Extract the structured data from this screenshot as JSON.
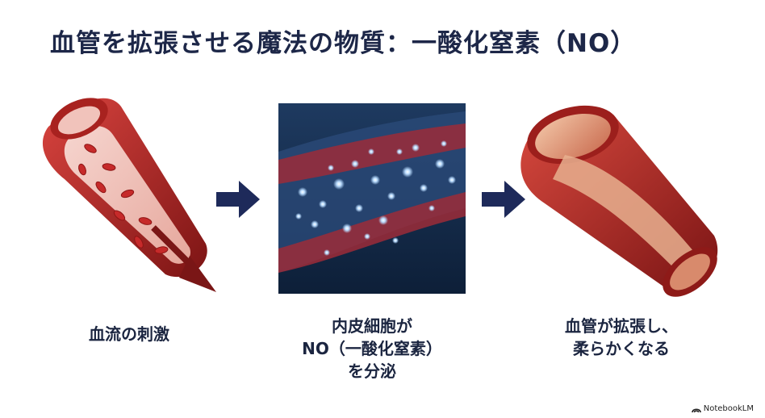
{
  "title": "血管を拡張させる魔法の物質：一酸化窒素（NO）",
  "steps": [
    {
      "caption_lines": [
        "血流の刺激"
      ],
      "image": "blood-flow-vessel-illustration"
    },
    {
      "caption_lines": [
        "内皮細胞が",
        "NO（一酸化窒素）",
        "を分泌"
      ],
      "image": "endothelium-no-release-illustration"
    },
    {
      "caption_lines": [
        "血管が拡張し、",
        "柔らかくなる"
      ],
      "image": "dilated-vessel-illustration"
    }
  ],
  "arrows": [
    "right-arrow-icon",
    "right-arrow-icon"
  ],
  "brand": {
    "label": "NotebookLM",
    "icon": "notebooklm-logo-icon"
  },
  "colors": {
    "title": "#1d2748",
    "arrow": "#1e2a5a",
    "vessel": "#b02a2a",
    "glow": "#cfe6ff"
  }
}
